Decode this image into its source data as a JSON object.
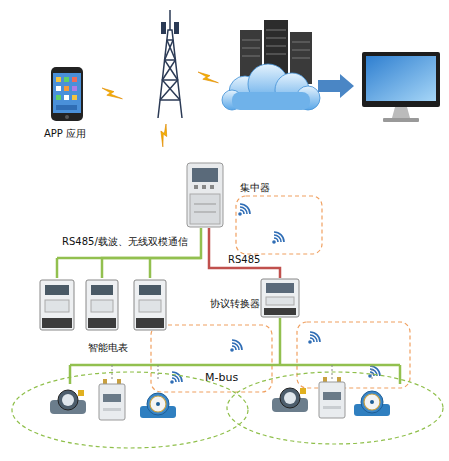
{
  "diagram": {
    "nodes": [
      {
        "text": [
          "APP 应用"
        ]
      },
      {
        "text": [
          "集中器"
        ]
      },
      {
        "text": [
          "智能电表"
        ]
      },
      {
        "text": [
          "协议转换器"
        ]
      }
    ],
    "edges": [
      {
        "from": 1,
        "to": 2,
        "arrow": "none",
        "label": "RS485/载波、无线双模通信"
      },
      {
        "from": 1,
        "to": 3,
        "arrow": "none",
        "label": "RS485"
      }
    ],
    "labels": [
      "M-bus"
    ]
  }
}
